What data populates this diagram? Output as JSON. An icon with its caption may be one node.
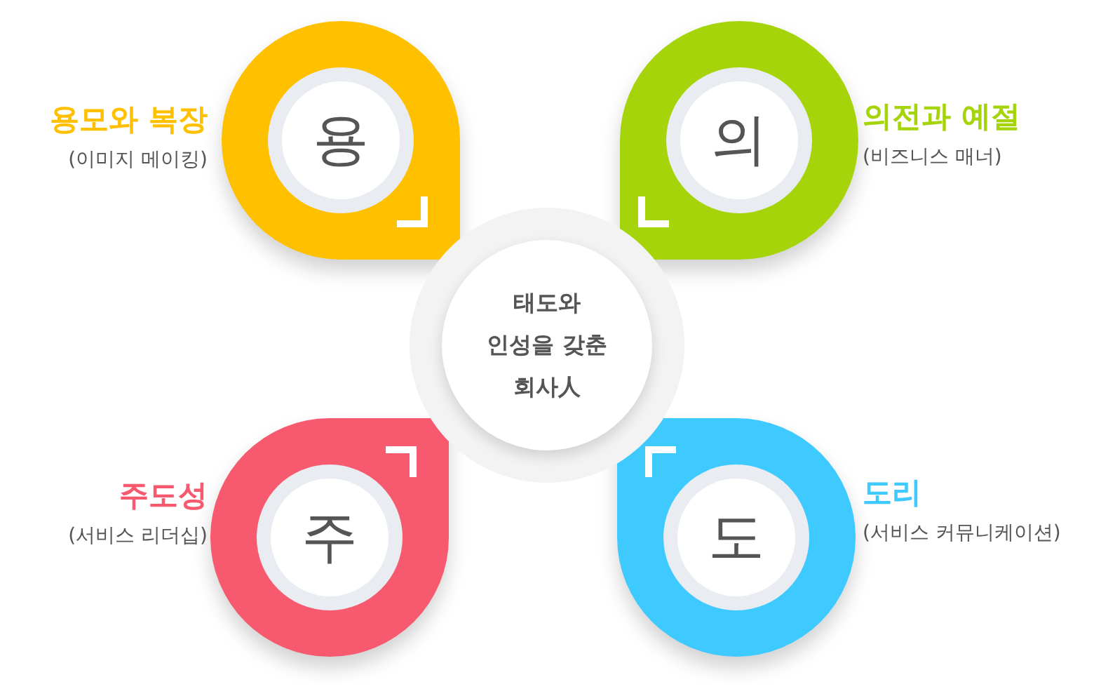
{
  "diagram": {
    "nodes": [
      {
        "text": [
          "태도와 인성을 갖춘 회사人"
        ]
      },
      {
        "text": [
          "용"
        ],
        "beside": [
          "용모와 복장",
          "(이미지 메이킹)"
        ]
      },
      {
        "text": [
          "의"
        ],
        "beside": [
          "의전과 예절",
          "(비즈니스 매너)"
        ]
      },
      {
        "text": [
          "주"
        ],
        "beside": [
          "주도성",
          "(서비스 리더십)"
        ]
      },
      {
        "text": [
          "도"
        ],
        "beside": [
          "도리",
          "(서비스 커뮤니케이션)"
        ]
      }
    ]
  }
}
